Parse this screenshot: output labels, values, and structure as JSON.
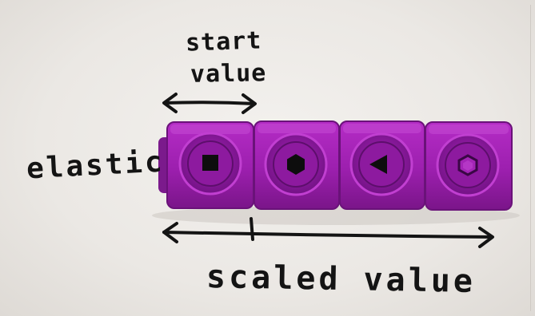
{
  "labels": {
    "start": "start",
    "value": "value",
    "elastic": "elastic",
    "scaled_value": "scaled value"
  },
  "colors": {
    "cube": "#a020b0",
    "cube_dark": "#6d1380",
    "ink": "#141414",
    "paper": "#ece9e5"
  },
  "cubes": [
    {
      "shape": "square-icon"
    },
    {
      "shape": "hexagon-icon"
    },
    {
      "shape": "triangle-icon"
    },
    {
      "shape": "hexagon-outline-icon"
    }
  ]
}
